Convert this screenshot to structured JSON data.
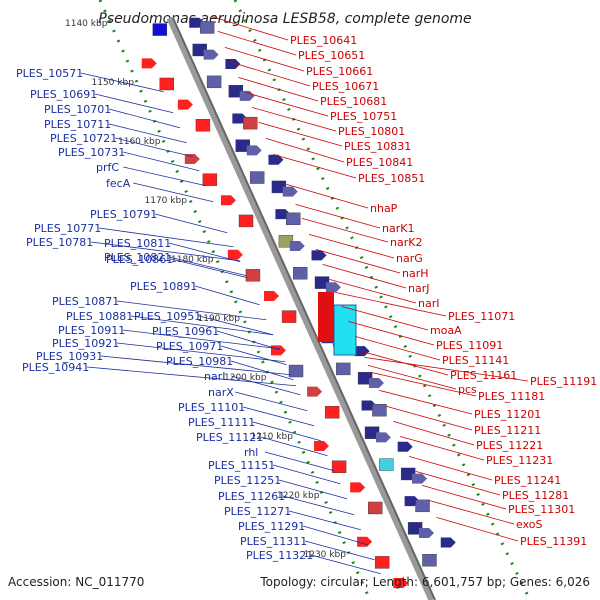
{
  "title": "Pseudomonas aeruginosa LESB58, complete genome",
  "footer": {
    "accession": "Accession: NC_011770",
    "topology": "Topology: circular; Length: 6,601,757 bp; Genes: 6,026"
  },
  "colors": {
    "forward": "#e60000",
    "reverse": "#0000e0",
    "backbone": "#999999",
    "tick": "#008800",
    "left_label": "#1a2fa0",
    "right_label": "#cc0000"
  },
  "ruler_ticks": [
    "1140 kbp",
    "1150 kbp",
    "1160 kbp",
    "1170 kbp",
    "1180 kbp",
    "1190 kbp",
    "1200 kbp",
    "1210 kbp",
    "1220 kbp",
    "1230 kbp"
  ],
  "left_labels": [
    "PLES_10571",
    "PLES_10691",
    "PLES_10701",
    "PLES_10711",
    "PLES_10721",
    "PLES_10731",
    "prfC",
    "fecA",
    "PLES_10791",
    "PLES_10771",
    "PLES_10781",
    "PLES_10811",
    "PLES_10821",
    "PLES_10861",
    "PLES_10891",
    "PLES_10871",
    "PLES_10881",
    "PLES_10951",
    "PLES_10911",
    "PLES_10961",
    "PLES_10921",
    "PLES_10971",
    "PLES_10931",
    "PLES_10941",
    "PLES_10981",
    "narL",
    "narX",
    "PLES_11101",
    "PLES_11111",
    "PLES_11121",
    "rhl",
    "PLES_11151",
    "PLES_11251",
    "PLES_11261",
    "PLES_11271",
    "PLES_11291",
    "PLES_11311",
    "PLES_11321"
  ],
  "right_labels": [
    "PLES_10641",
    "PLES_10651",
    "PLES_10661",
    "PLES_10671",
    "PLES_10681",
    "PLES_10751",
    "PLES_10801",
    "PLES_10831",
    "PLES_10841",
    "PLES_10851",
    "nhaP",
    "narK1",
    "narK2",
    "narG",
    "narH",
    "narJ",
    "narI",
    "PLES_11071",
    "moaA",
    "PLES_11091",
    "PLES_11141",
    "PLES_11161",
    "pcs",
    "PLES_11181",
    "PLES_11191",
    "PLES_11201",
    "PLES_11211",
    "PLES_11221",
    "PLES_11231",
    "PLES_11241",
    "PLES_11281",
    "PLES_11301",
    "exoS",
    "PLES_11391"
  ]
}
